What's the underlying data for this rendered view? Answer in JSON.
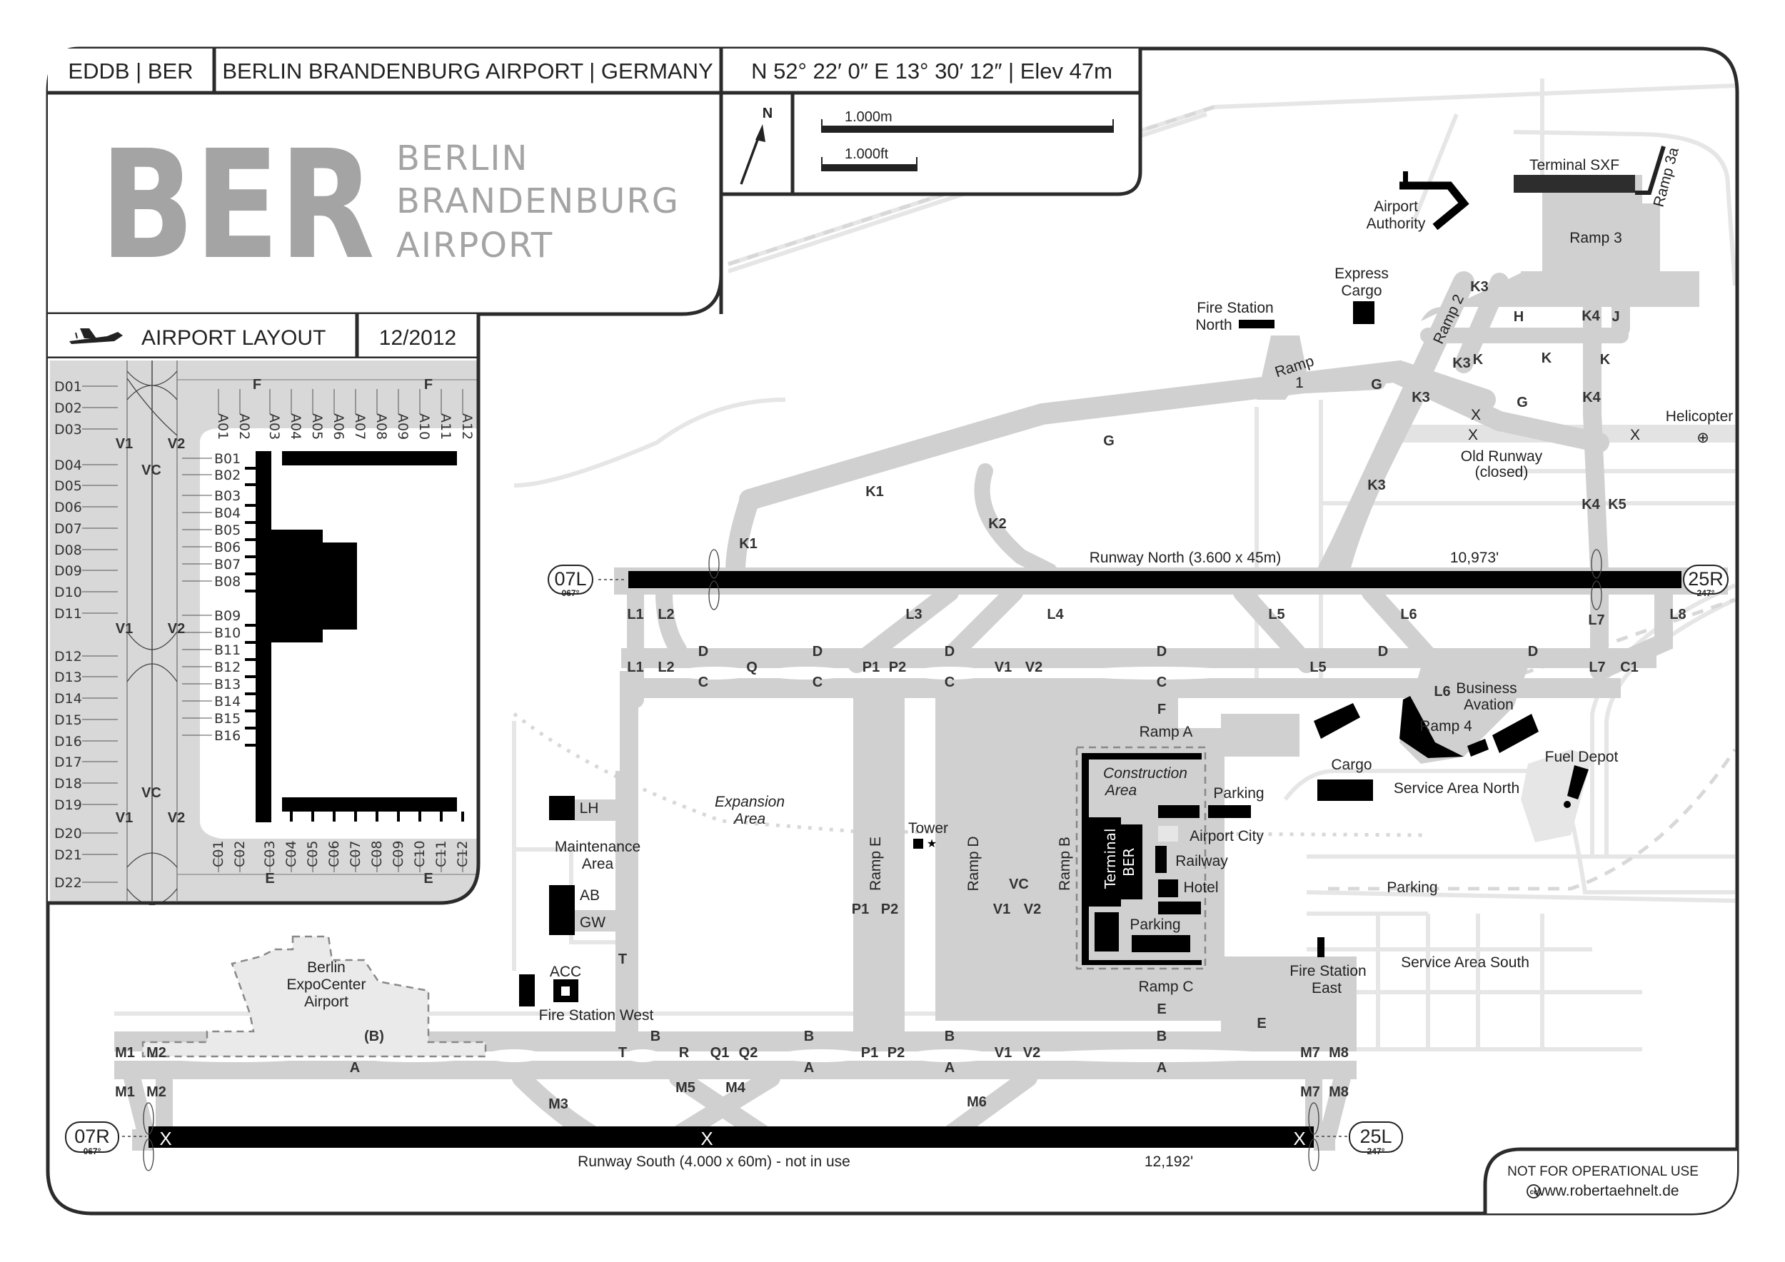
{
  "header": {
    "icao_iata": "EDDB | BER",
    "airport_name": "BERLIN BRANDENBURG AIRPORT | GERMANY",
    "coordinates": "N 52° 22′ 0″   E 13° 30′ 12″  |  Elev 47m"
  },
  "logo": {
    "code": "BER",
    "line1": "BERLIN",
    "line2": "BRANDENBURG",
    "line3": "AIRPORT"
  },
  "north_arrow": {
    "label": "N"
  },
  "scale": {
    "metric": "1.000m",
    "imperial": "1.000ft"
  },
  "layout_bar": {
    "title": "AIRPORT LAYOUT",
    "date": "12/2012",
    "icon": "airplane-icon"
  },
  "terminal_inset": {
    "f_labels": [
      "F",
      "F"
    ],
    "e_labels": [
      "E",
      "E"
    ],
    "d_stands": [
      "D01",
      "D02",
      "D03",
      "D04",
      "D05",
      "D06",
      "D07",
      "D08",
      "D09",
      "D10",
      "D11",
      "D12",
      "D13",
      "D14",
      "D15",
      "D16",
      "D17",
      "D18",
      "D19",
      "D20",
      "D21",
      "D22"
    ],
    "a_stands": [
      "A01",
      "A02",
      "A03",
      "A04",
      "A05",
      "A06",
      "A07",
      "A08",
      "A09",
      "A10",
      "A11",
      "A12"
    ],
    "b_stands": [
      "B01",
      "B02",
      "B03",
      "B04",
      "B05",
      "B06",
      "B07",
      "B08",
      "B09",
      "B10",
      "B11",
      "B12",
      "B13",
      "B14",
      "B15",
      "B16"
    ],
    "c_stands": [
      "C01",
      "C02",
      "C03",
      "C04",
      "C05",
      "C06",
      "C07",
      "C08",
      "C09",
      "C10",
      "C11",
      "C12"
    ],
    "taxi_labels": {
      "v1": "V1",
      "v2": "V2",
      "vc": "VC"
    }
  },
  "runways": {
    "north": {
      "label": "Runway North (3.600 x 45m)",
      "length_ft": "10,973'",
      "west_id": "07L",
      "west_hdg": "067°",
      "east_id": "25R",
      "east_hdg": "247°"
    },
    "south": {
      "label": "Runway South (4.000 x 60m) - not in use",
      "length_ft": "12,192'",
      "west_id": "07R",
      "west_hdg": "067°",
      "east_id": "25L",
      "east_hdg": "247°",
      "closed_mark": "X"
    },
    "old": {
      "label_line1": "Old Runway",
      "label_line2": "(closed)",
      "closed_mark": "X"
    }
  },
  "taxiways": {
    "north_side": [
      "G",
      "G",
      "G",
      "K1",
      "K1",
      "K2",
      "K3",
      "K3",
      "K3",
      "K3",
      "K4",
      "K4",
      "K4",
      "K5",
      "K",
      "K",
      "K",
      "H",
      "J",
      "L1",
      "L2",
      "L3",
      "L4",
      "L5",
      "L6",
      "L7",
      "L8"
    ],
    "central": [
      "L1",
      "L2",
      "D",
      "Q",
      "D",
      "P1",
      "P2",
      "D",
      "V1",
      "V2",
      "D",
      "L5",
      "D",
      "D",
      "L7",
      "C1",
      "C",
      "C",
      "C",
      "C",
      "F",
      "L6"
    ],
    "south_side": [
      "M1",
      "M2",
      "(B)",
      "A",
      "T",
      "B",
      "R",
      "Q1",
      "Q2",
      "B",
      "A",
      "P1",
      "P2",
      "B",
      "A",
      "V1",
      "V2",
      "B",
      "A",
      "E",
      "M7",
      "M8",
      "M1",
      "M2",
      "M5",
      "M4",
      "M3",
      "M6",
      "M7",
      "M8",
      "E",
      "T"
    ],
    "ramp_vertical": [
      "P1",
      "P2",
      "V1",
      "V2",
      "VC"
    ]
  },
  "places": {
    "terminal_sxf": "Terminal SXF",
    "ramp_3a": "Ramp 3a",
    "ramp_3": "Ramp 3",
    "ramp_2": "Ramp 2",
    "ramp_1_line1": "Ramp",
    "ramp_1_line2": "1",
    "airport_authority_line1": "Airport",
    "airport_authority_line2": "Authority",
    "express_cargo_line1": "Express",
    "express_cargo_line2": "Cargo",
    "fire_station_north_line1": "Fire Station",
    "fire_station_north_line2": "North",
    "helicopter": "Helicopter",
    "business_aviation_line1": "Business",
    "business_aviation_line2": "Avation",
    "ramp_4": "Ramp 4",
    "cargo": "Cargo",
    "service_area_north": "Service Area North",
    "fuel_depot": "Fuel Depot",
    "parking_east": "Parking",
    "service_area_south": "Service Area South",
    "fire_station_east_line1": "Fire Station",
    "fire_station_east_line2": "East",
    "ramp_a": "Ramp A",
    "ramp_b": "Ramp B",
    "ramp_c": "Ramp C",
    "ramp_d": "Ramp D",
    "ramp_e": "Ramp E",
    "construction_line1": "Construction",
    "construction_line2": "Area",
    "terminal_ber_line1": "Terminal",
    "terminal_ber_line2": "BER",
    "parking_north": "Parking",
    "airport_city": "Airport City",
    "railway": "Railway",
    "hotel": "Hotel",
    "parking_south": "Parking",
    "tower": "Tower",
    "expansion_line1": "Expansion",
    "expansion_line2": "Area",
    "lh": "LH",
    "maintenance_line1": "Maintenance",
    "maintenance_line2": "Area",
    "ab": "AB",
    "gw": "GW",
    "acc": "ACC",
    "fire_station_west": "Fire Station West",
    "expocenter_line1": "Berlin",
    "expocenter_line2": "ExpoCenter",
    "expocenter_line3": "Airport"
  },
  "footer": {
    "disclaimer": "NOT FOR OPERATIONAL USE",
    "credit": "www.robertaehnelt.de",
    "credit_icon": "cc"
  },
  "colors": {
    "pavement": "#d0d0d0",
    "buildings": "#000000",
    "frame": "#2b2b2b",
    "logo_gray": "#a4a4a4",
    "roads": "#e6e6e6"
  }
}
